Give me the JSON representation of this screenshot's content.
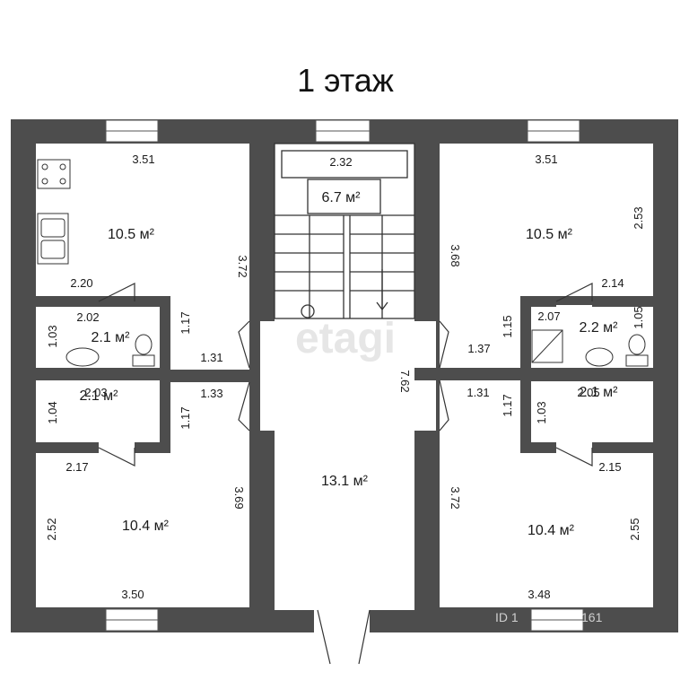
{
  "title": "1 этаж",
  "watermark": "etagi",
  "listing_id": "ID 1",
  "listing_id_tail": "161",
  "colors": {
    "wall": "#4d4d4d",
    "floor": "#ffffff",
    "line": "#333333"
  },
  "areas": {
    "kitchen_left": "10.5 м²",
    "wc_left_top": "2.1 м²",
    "closet_left": "2.1 м²",
    "room_left_bottom": "10.4 м²",
    "stair": "6.7 м²",
    "hall": "13.1 м²",
    "room_right_top": "10.5 м²",
    "bath_right": "2.2 м²",
    "closet_right": "2.1 м²",
    "room_right_bottom": "10.4 м²"
  },
  "dims": {
    "d_351_l": "3.51",
    "d_372_l": "3.72",
    "d_220": "2.20",
    "d_202": "2.02",
    "d_103_l": "1.03",
    "d_117_l1": "1.17",
    "d_131_l": "1.31",
    "d_203": "2.03",
    "d_104": "1.04",
    "d_133": "1.33",
    "d_117_l2": "1.17",
    "d_217": "2.17",
    "d_369": "3.69",
    "d_252": "2.52",
    "d_350": "3.50",
    "d_232": "2.32",
    "d_762": "7.62",
    "d_351_r": "3.51",
    "d_253": "2.53",
    "d_368": "3.68",
    "d_214": "2.14",
    "d_207": "2.07",
    "d_105": "1.05",
    "d_115": "1.15",
    "d_137": "1.37",
    "d_131_r": "1.31",
    "d_205": "2.05",
    "d_117_r": "1.17",
    "d_103_r": "1.03",
    "d_215": "2.15",
    "d_372_r": "3.72",
    "d_255": "2.55",
    "d_348": "3.48"
  }
}
